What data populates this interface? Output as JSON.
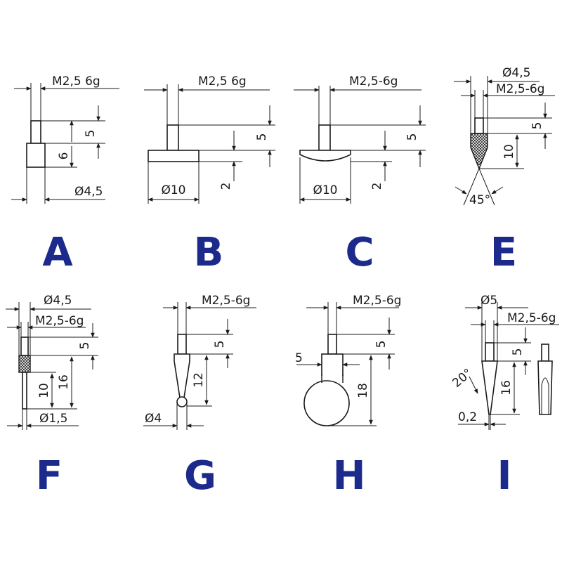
{
  "colors": {
    "label": "#1c2a8c",
    "line": "#1a1a1a",
    "background": "#ffffff"
  },
  "probes": {
    "A": {
      "letter": "A",
      "thread": "M2,5 6g",
      "dim_5": "5",
      "dim_6": "6",
      "dia": "Ø4,5"
    },
    "B": {
      "letter": "B",
      "thread": "M2,5 6g",
      "dim_5": "5",
      "dim_2": "2",
      "dia": "Ø10"
    },
    "C": {
      "letter": "C",
      "thread": "M2,5-6g",
      "dim_5": "5",
      "dim_2": "2",
      "dia": "Ø10"
    },
    "E": {
      "letter": "E",
      "dia": "Ø4,5",
      "thread": "M2,5-6g",
      "dim_5": "5",
      "dim_10": "10",
      "angle": "45°"
    },
    "F": {
      "letter": "F",
      "dia": "Ø4,5",
      "thread": "M2,5-6g",
      "dim_5": "5",
      "dim_10": "10",
      "dim_16": "16",
      "tip_dia": "Ø1,5"
    },
    "G": {
      "letter": "G",
      "thread": "M2,5-6g",
      "dim_5": "5",
      "dim_12": "12",
      "ball_dia": "Ø4"
    },
    "H": {
      "letter": "H",
      "thread": "M2,5-6g",
      "dim_5_side": "5",
      "dim_5": "5",
      "dim_18": "18"
    },
    "I": {
      "letter": "I",
      "dia": "Ø5",
      "thread": "M2,5-6g",
      "angle": "20°",
      "dim_5": "5",
      "dim_16": "16",
      "tip": "0,2"
    }
  }
}
